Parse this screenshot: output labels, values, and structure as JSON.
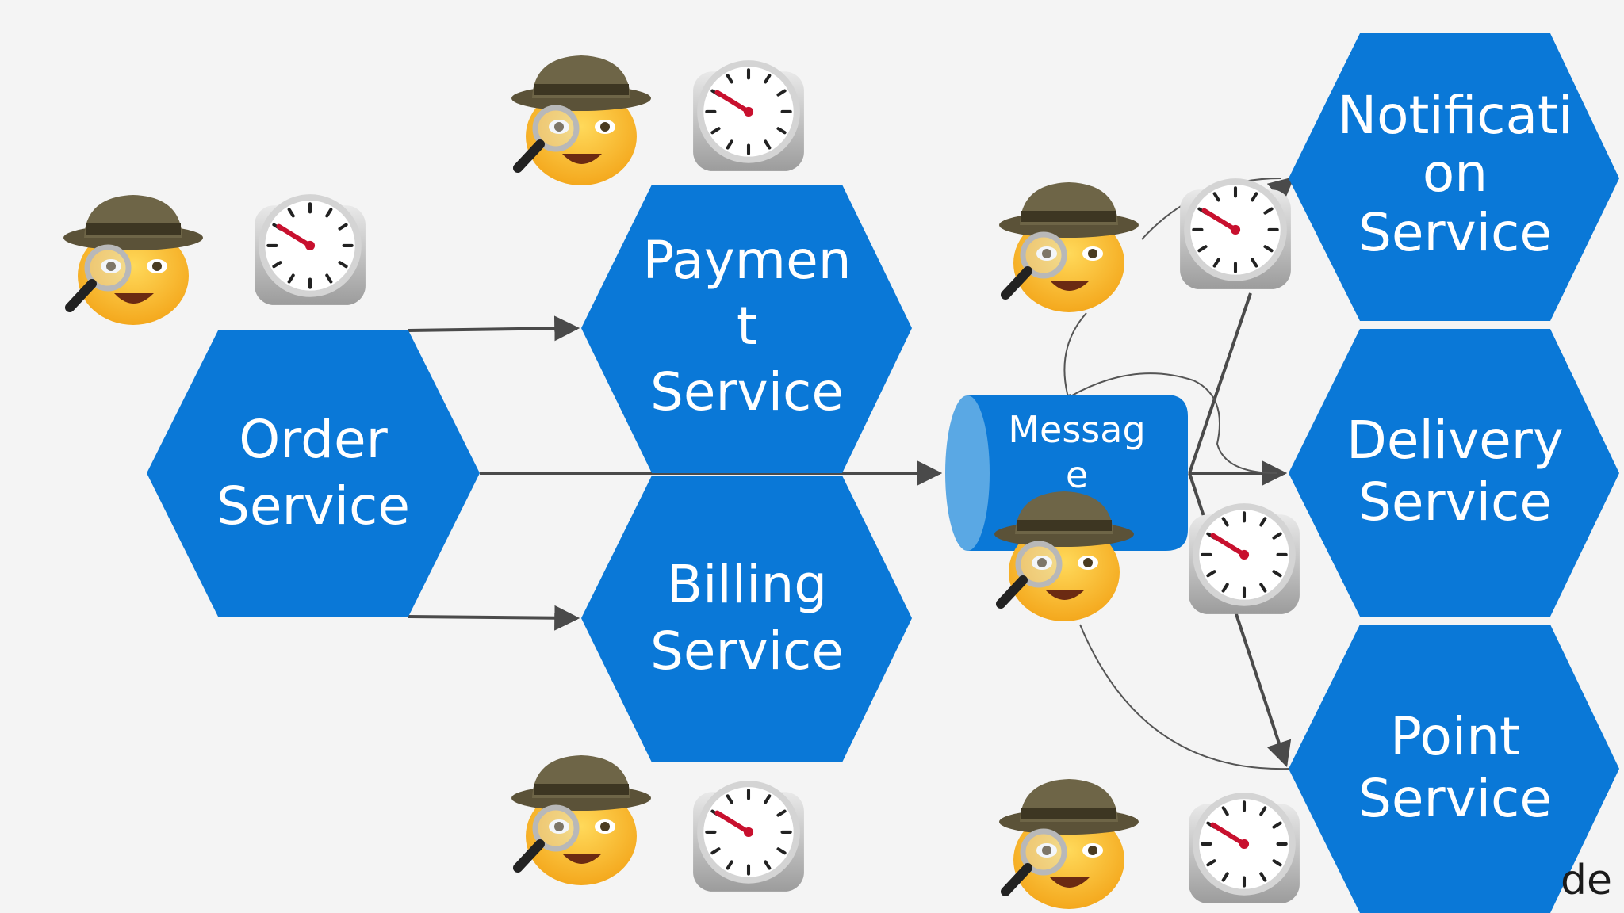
{
  "colors": {
    "service_blue": "#0a78d7",
    "queue_light": "#5aa8e4",
    "background": "#f4f4f4",
    "arrow": "#4a4a4a"
  },
  "services": {
    "order": [
      "Order",
      "Service"
    ],
    "payment": [
      "Paymen",
      "t",
      "Service"
    ],
    "billing": [
      "Billing",
      "Service"
    ],
    "notification": [
      "Notificati",
      "on",
      "Service"
    ],
    "delivery": [
      "Delivery",
      "Service"
    ],
    "point": [
      "Point",
      "Service"
    ]
  },
  "queue": [
    "Messag",
    "e"
  ],
  "corner_text": "de",
  "icons": {
    "detective": "detective-emoji-icon",
    "stopwatch": "stopwatch-icon"
  }
}
